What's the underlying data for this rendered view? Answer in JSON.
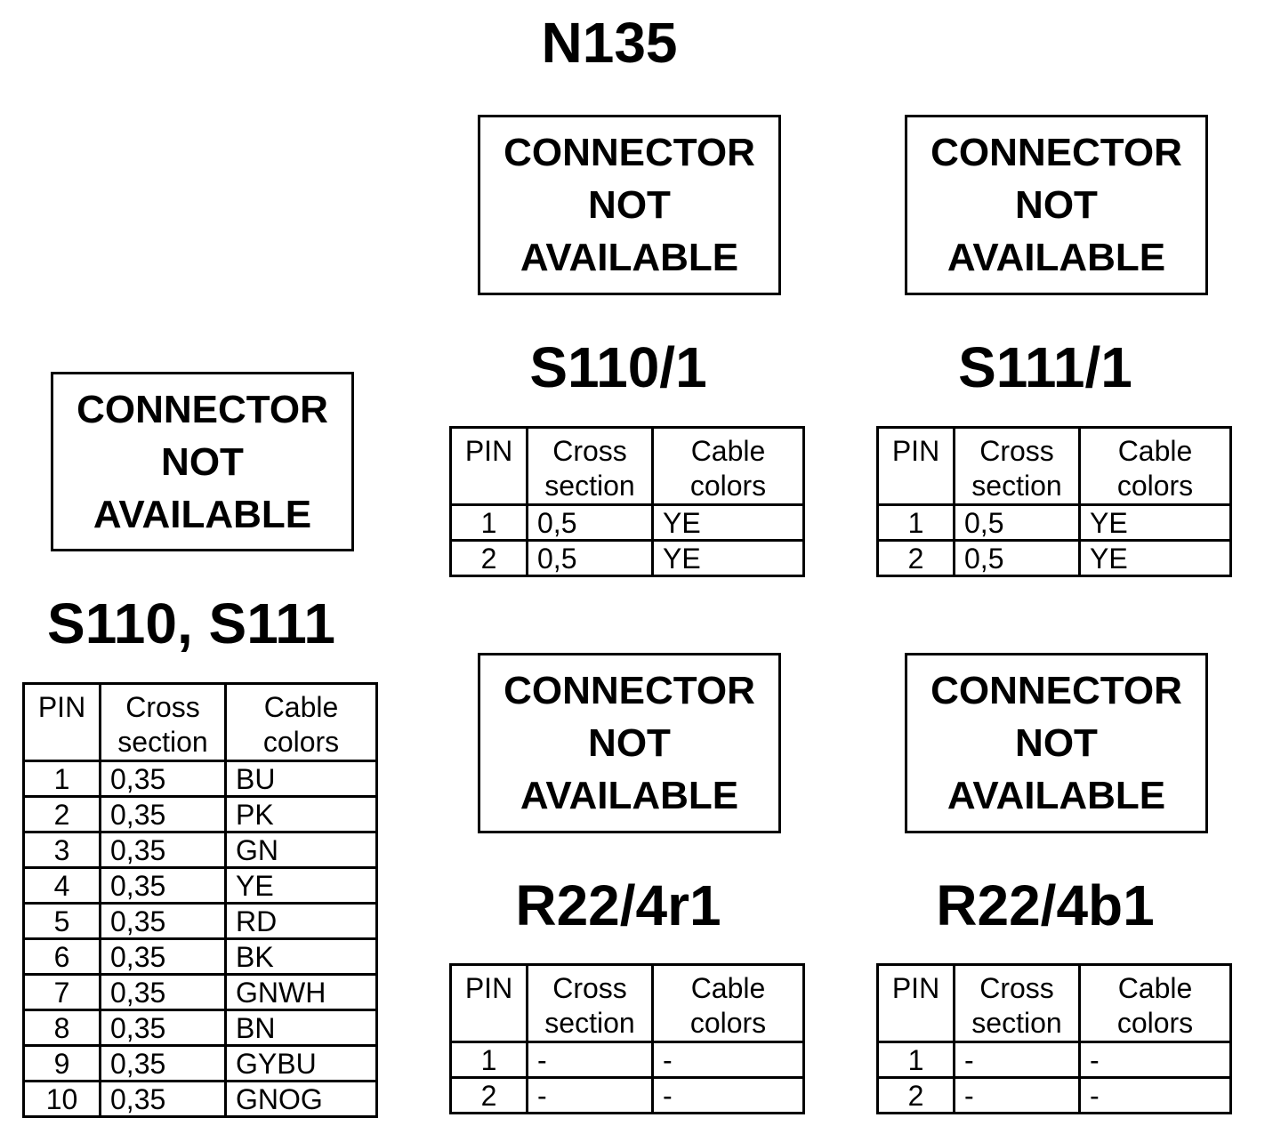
{
  "page_title": "N135",
  "not_available_text": [
    "CONNECTOR",
    "NOT",
    "AVAILABLE"
  ],
  "table_headers": {
    "pin": "PIN",
    "cross_section": [
      "Cross",
      "section"
    ],
    "cable_colors": [
      "Cable",
      "colors"
    ]
  },
  "connectors": {
    "s110_s111": {
      "name": "S110, S111",
      "rows": [
        {
          "pin": "1",
          "cross_section": "0,35",
          "color": "BU"
        },
        {
          "pin": "2",
          "cross_section": "0,35",
          "color": "PK"
        },
        {
          "pin": "3",
          "cross_section": "0,35",
          "color": "GN"
        },
        {
          "pin": "4",
          "cross_section": "0,35",
          "color": "YE"
        },
        {
          "pin": "5",
          "cross_section": "0,35",
          "color": "RD"
        },
        {
          "pin": "6",
          "cross_section": "0,35",
          "color": "BK"
        },
        {
          "pin": "7",
          "cross_section": "0,35",
          "color": "GNWH"
        },
        {
          "pin": "8",
          "cross_section": "0,35",
          "color": "BN"
        },
        {
          "pin": "9",
          "cross_section": "0,35",
          "color": "GYBU"
        },
        {
          "pin": "10",
          "cross_section": "0,35",
          "color": "GNOG"
        }
      ]
    },
    "s110_1": {
      "name": "S110/1",
      "rows": [
        {
          "pin": "1",
          "cross_section": "0,5",
          "color": "YE"
        },
        {
          "pin": "2",
          "cross_section": "0,5",
          "color": "YE"
        }
      ]
    },
    "s111_1": {
      "name": "S111/1",
      "rows": [
        {
          "pin": "1",
          "cross_section": "0,5",
          "color": "YE"
        },
        {
          "pin": "2",
          "cross_section": "0,5",
          "color": "YE"
        }
      ]
    },
    "r22_4r1": {
      "name": "R22/4r1",
      "rows": [
        {
          "pin": "1",
          "cross_section": "-",
          "color": "-"
        },
        {
          "pin": "2",
          "cross_section": "-",
          "color": "-"
        }
      ]
    },
    "r22_4b1": {
      "name": "R22/4b1",
      "rows": [
        {
          "pin": "1",
          "cross_section": "-",
          "color": "-"
        },
        {
          "pin": "2",
          "cross_section": "-",
          "color": "-"
        }
      ]
    }
  }
}
